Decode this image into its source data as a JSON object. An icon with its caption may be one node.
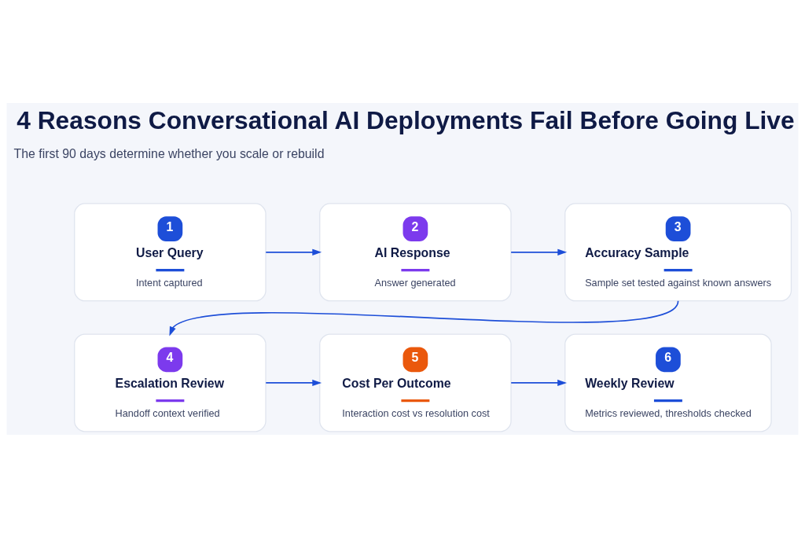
{
  "diagram": {
    "title": "4 Reasons Conversational AI Deployments Fail Before Going Live",
    "nodes": [
      {
        "text": [
          "1",
          "User Query",
          "Intent captured"
        ]
      },
      {
        "text": [
          "2",
          "AI Response",
          "Answer generated"
        ]
      },
      {
        "text": [
          "3",
          "Accuracy Sample",
          "Sample set tested against known answers"
        ]
      },
      {
        "text": [
          "4",
          "Escalation Review",
          "Handoff context verified"
        ]
      },
      {
        "text": [
          "5",
          "Cost Per Outcome",
          "Interaction cost vs resolution cost"
        ]
      },
      {
        "text": [
          "6",
          "Weekly Review",
          "Metrics reviewed, thresholds checked"
        ]
      }
    ],
    "edges": [
      {
        "from": 0,
        "to": 1,
        "arrow": "to"
      },
      {
        "from": 1,
        "to": 2,
        "arrow": "to"
      },
      {
        "from": 2,
        "to": 3,
        "arrow": "to"
      },
      {
        "from": 3,
        "to": 4,
        "arrow": "to"
      },
      {
        "from": 4,
        "to": 5,
        "arrow": "to"
      }
    ],
    "labels": [
      "The first 90 days determine whether you scale or rebuild"
    ]
  }
}
